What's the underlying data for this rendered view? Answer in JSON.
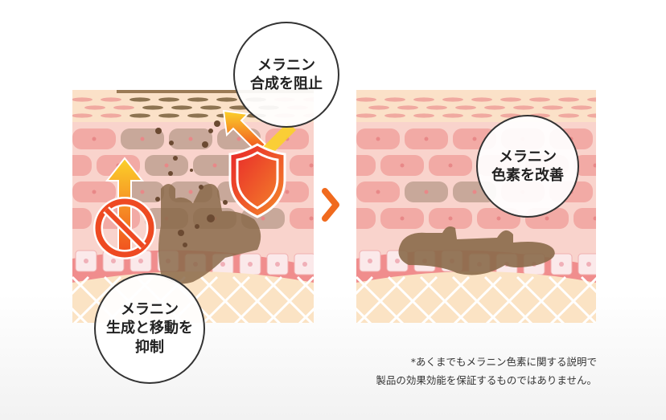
{
  "bubbles": {
    "block_synthesis": [
      "メラニン",
      "合成を阻止"
    ],
    "improve_pigment": [
      "メラニン",
      "色素を改善"
    ],
    "suppress_generation": [
      "メラニン",
      "生成と移動を",
      "抑制"
    ]
  },
  "disclaimer": [
    "*あくまでもメラニン色素に関する説明で",
    "製品の効果効能を保証するものではありません。"
  ],
  "colors": {
    "accent": "#f06a1e",
    "melanin": "#8a6a4a",
    "epidermis": "#f9d3cc",
    "cell": "#f2aaa5",
    "dermis": "#fbe3c4"
  }
}
